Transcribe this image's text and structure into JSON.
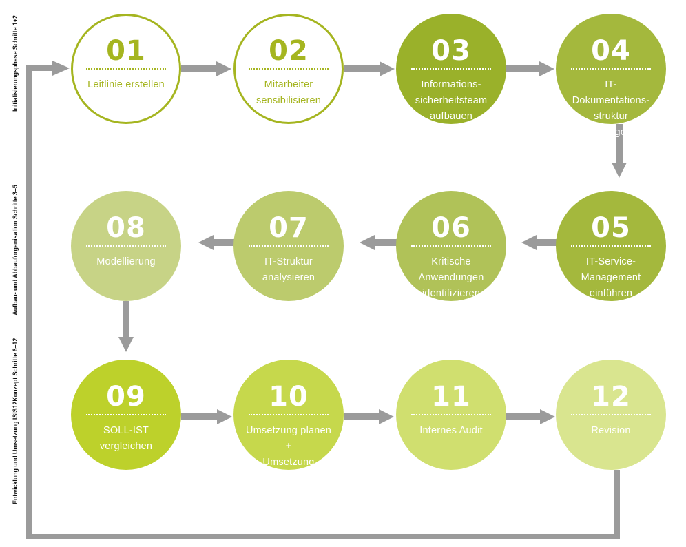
{
  "phases": [
    {
      "label": "Initialisierungsphase Schritte 1+2"
    },
    {
      "label": "Aufbau- und Abbauforganisation Schritte 3–5"
    },
    {
      "label": "Entwicklung und Umsetzung ISIS12Konzept  Schritte 6–12"
    }
  ],
  "colors": {
    "arrow": "#9b9b9b",
    "outline": "#a5b520"
  },
  "steps": [
    {
      "num": "01",
      "label": "Leitlinie erstellen",
      "style": "outline",
      "color": "#a5b520"
    },
    {
      "num": "02",
      "label": "Mitarbeiter\nsensibilisieren",
      "style": "outline",
      "color": "#a5b520"
    },
    {
      "num": "03",
      "label": "Informations-\nsicherheitsteam\naufbauen",
      "style": "filled",
      "color": "#9ab12a"
    },
    {
      "num": "04",
      "label": "IT-\nDokumentations-\nstruktur\nfestlegen",
      "style": "filled",
      "color": "#a4b83d"
    },
    {
      "num": "05",
      "label": "IT-Service-\nManagement\neinführen",
      "style": "filled",
      "color": "#a4b83d"
    },
    {
      "num": "06",
      "label": "Kritische\nAnwendungen\nidentifizieren",
      "style": "filled",
      "color": "#b0c258"
    },
    {
      "num": "07",
      "label": "IT-Struktur\nanalysieren",
      "style": "filled",
      "color": "#bccb6d"
    },
    {
      "num": "08",
      "label": "Modellierung",
      "style": "filled",
      "color": "#c7d386"
    },
    {
      "num": "09",
      "label": "SOLL-IST\nvergleichen",
      "style": "filled",
      "color": "#bdd12b"
    },
    {
      "num": "10",
      "label": "Umsetzung planen\n+\nUmsetzung",
      "style": "filled",
      "color": "#c6d84c"
    },
    {
      "num": "11",
      "label": "Internes Audit",
      "style": "filled",
      "color": "#d0df6f"
    },
    {
      "num": "12",
      "label": "Revision",
      "style": "filled",
      "color": "#d9e58f"
    }
  ]
}
